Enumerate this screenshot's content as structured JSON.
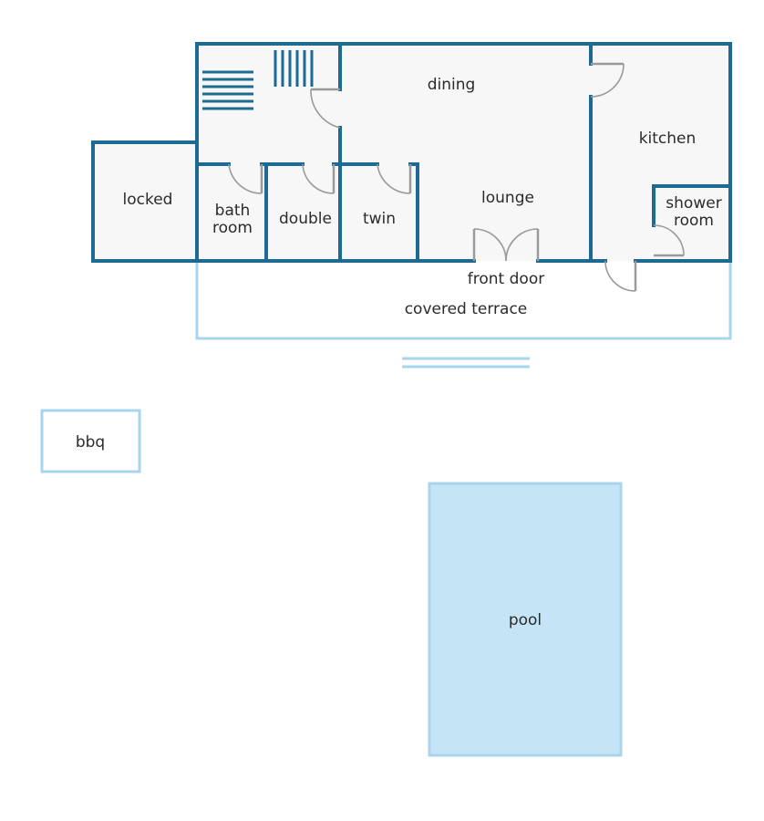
{
  "colors": {
    "wall": "#1d6a93",
    "floor": "#f7f7f7",
    "terrace_outline": "#a9d4ec",
    "pool_fill": "#c5e4f6",
    "door": "#9a9a9a"
  },
  "rooms": {
    "dining": "dining",
    "kitchen": "kitchen",
    "locked": "locked",
    "bathroom_line1": "bath",
    "bathroom_line2": "room",
    "double": "double",
    "twin": "twin",
    "lounge": "lounge",
    "shower_line1": "shower",
    "shower_line2": "room"
  },
  "outdoor": {
    "front_door": "front door",
    "covered_terrace": "covered terrace",
    "bbq": "bbq",
    "pool": "pool"
  }
}
